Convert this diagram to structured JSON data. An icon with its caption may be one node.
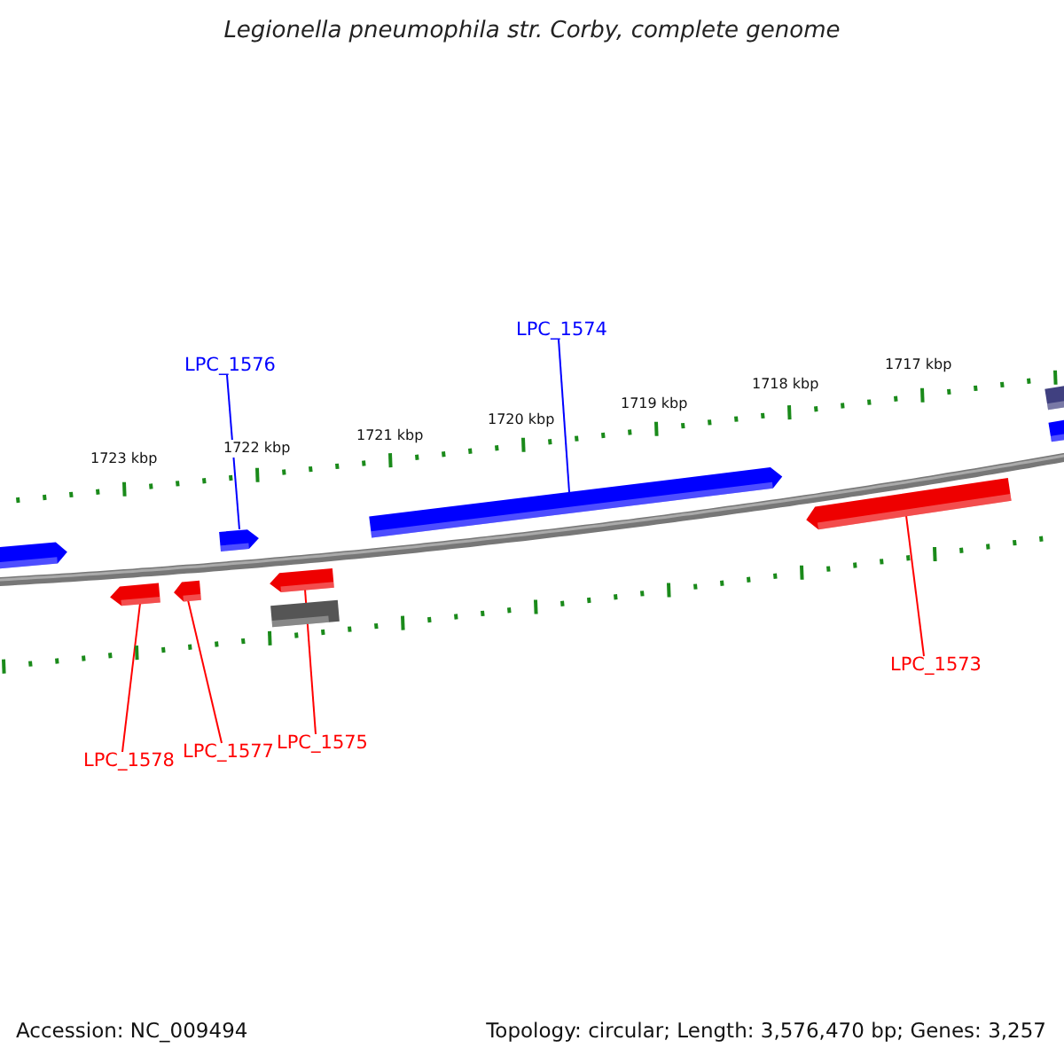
{
  "diagram": {
    "title": "Legionella pneumophila str. Corby, complete genome",
    "nodes": [
      {
        "text": [
          "LPC_1574"
        ]
      },
      {
        "text": [
          "LPC_1576"
        ]
      },
      {
        "text": [],
        "shape": "arrow"
      },
      {
        "text": [],
        "shape": "arrow"
      },
      {
        "text": [],
        "shape": "arrow"
      },
      {
        "text": [],
        "shape": "arrow"
      },
      {
        "text": [],
        "shape": "arrow"
      },
      {
        "text": [],
        "shape": "bar"
      },
      {
        "text": [],
        "shape": "arrow"
      },
      {
        "text": [],
        "shape": "arrow"
      },
      {
        "text": [],
        "shape": "bar"
      },
      {
        "text": [],
        "shape": "bar"
      },
      {
        "text": [
          "LPC_1573"
        ]
      },
      {
        "text": [
          "LPC_1575"
        ]
      },
      {
        "text": [
          "LPC_1577"
        ]
      },
      {
        "text": [
          "LPC_1578"
        ]
      }
    ],
    "edges": [
      {
        "from": 0,
        "to": 8,
        "arrow": "none",
        "color": "#0000ff"
      },
      {
        "from": 1,
        "to": 5,
        "arrow": "none",
        "color": "#0000ff"
      },
      {
        "from": 12,
        "to": 9,
        "arrow": "none"
      },
      {
        "from": 13,
        "to": 6,
        "arrow": "none"
      },
      {
        "from": 14,
        "to": 4,
        "arrow": "none"
      },
      {
        "from": 15,
        "to": 3,
        "arrow": "none"
      }
    ],
    "labels": [
      "1717 kbp",
      "1718 kbp",
      "1719 kbp",
      "1720 kbp",
      "1721 kbp",
      "1722 kbp",
      "1723 kbp",
      "Accession: NC_009494",
      "Topology: circular; Length: 3,576,470 bp; Genes: 3,257"
    ]
  }
}
